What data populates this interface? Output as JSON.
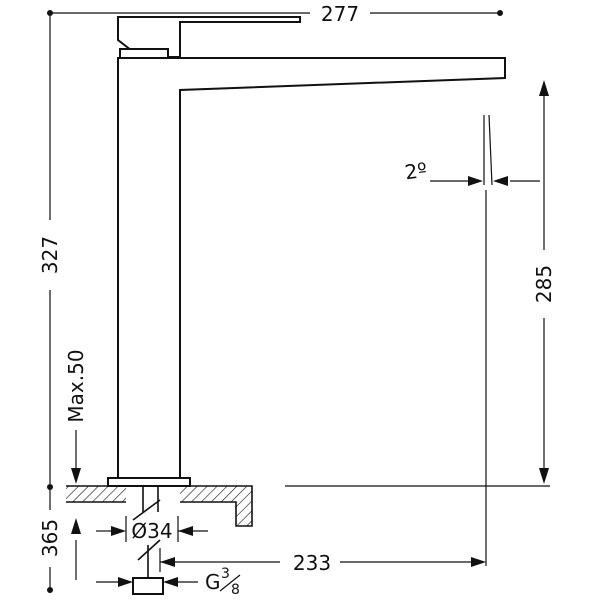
{
  "drawing": {
    "dimensions": {
      "spout_reach": "277",
      "total_height": "327",
      "spout_height": "285",
      "max_counter": "Max.50",
      "below_counter": "365",
      "hole_diameter": "Ø34",
      "hose_length": "233",
      "angle": "2º",
      "thread_prefix": "G",
      "thread_num": "3",
      "thread_den": "8"
    },
    "colors": {
      "ink": "#111111",
      "paper": "#ffffff"
    }
  }
}
